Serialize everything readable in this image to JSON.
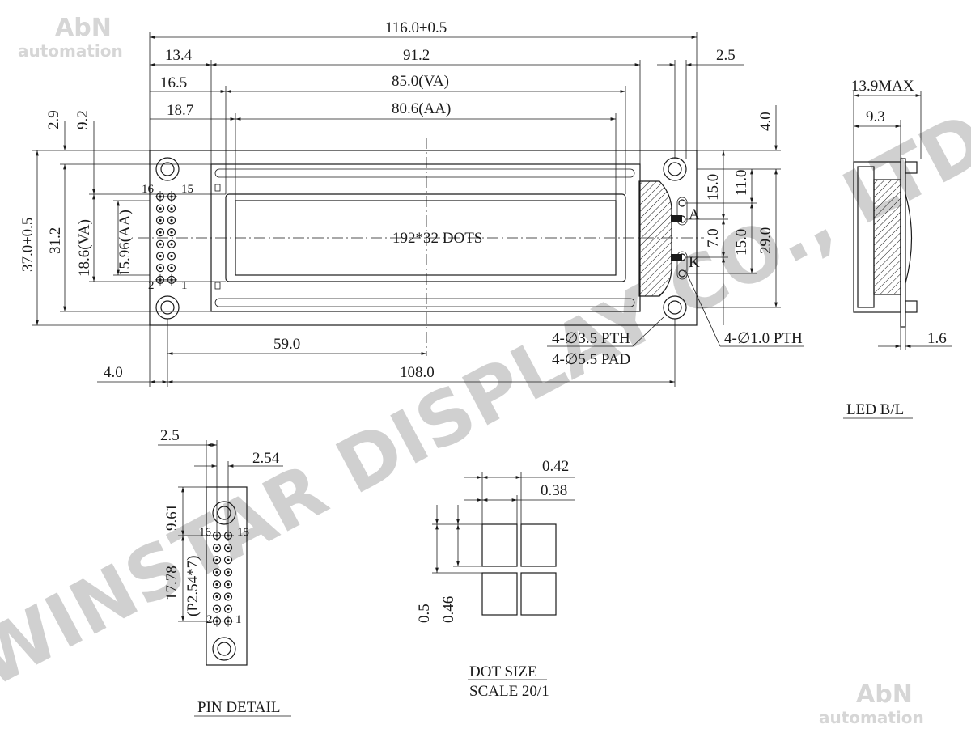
{
  "watermark": {
    "company": "WINSTAR DISPLAY CO., LTD.",
    "logo_top": "AbN",
    "logo_bottom": "automation",
    "color": "#d0d0d0"
  },
  "main_view": {
    "dim_overall_width": "116.0±0.5",
    "dim_13_4": "13.4",
    "dim_91_2": "91.2",
    "dim_16_5": "16.5",
    "dim_va_width": "85.0(VA)",
    "dim_18_7": "18.7",
    "dim_aa_width": "80.6(AA)",
    "dim_2_5_right": "2.5",
    "dim_4_0_right": "4.0",
    "dim_2_9": "2.9",
    "dim_9_2": "9.2",
    "dim_overall_height": "37.0±0.5",
    "dim_31_2": "31.2",
    "dim_va_height": "18.6(VA)",
    "dim_aa_height": "15.96(AA)",
    "dim_15_0_a": "15.0",
    "dim_11_0": "11.0",
    "dim_7_0": "7.0",
    "dim_15_0_b": "15.0",
    "dim_29_0": "29.0",
    "center_label": "192*32 DOTS",
    "dim_59_0": "59.0",
    "dim_4_0_bottom": "4.0",
    "dim_108_0": "108.0",
    "hole_pth": "4-∅3.5 PTH",
    "hole_pad": "4-∅5.5 PAD",
    "led_pth": "4-∅1.0 PTH",
    "anode": "A",
    "cathode": "K",
    "pin_16": "16",
    "pin_15": "15",
    "pin_2": "2",
    "pin_1": "1"
  },
  "side_view": {
    "dim_max": "13.9MAX",
    "dim_9_3": "9.3",
    "dim_1_6": "1.6",
    "caption": "LED B/L"
  },
  "pin_detail": {
    "dim_2_5": "2.5",
    "dim_2_54": "2.54",
    "dim_9_61": "9.61",
    "dim_17_78": "17.78",
    "dim_pitch": "(P2.54*7)",
    "pin_16": "16",
    "pin_15": "15",
    "pin_2": "2",
    "pin_1": "1",
    "caption": "PIN DETAIL"
  },
  "dot_size": {
    "dim_0_42": "0.42",
    "dim_0_38": "0.38",
    "dim_0_5": "0.5",
    "dim_0_46": "0.46",
    "caption": "DOT SIZE",
    "scale": "SCALE 20/1"
  }
}
